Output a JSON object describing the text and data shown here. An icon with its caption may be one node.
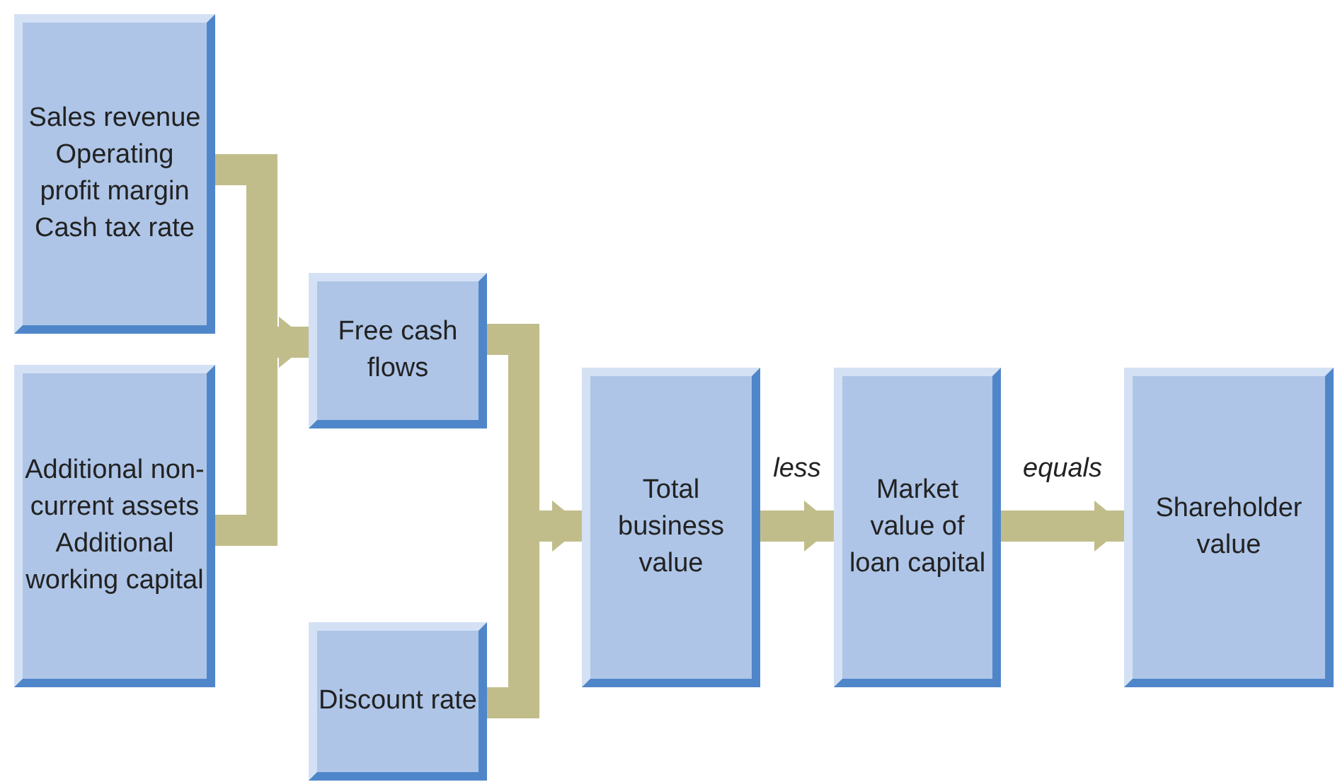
{
  "diagram": {
    "nodes": [
      {
        "text": [
          "Sales revenue",
          "Operating profit margin",
          "Cash tax rate"
        ]
      },
      {
        "text": [
          "Additional non-current assets",
          "Additional working capital"
        ]
      },
      {
        "text": [
          "Free cash flows"
        ]
      },
      {
        "text": [
          "Discount rate"
        ]
      },
      {
        "text": [
          "Total business value"
        ]
      },
      {
        "text": [
          "Market value of loan capital"
        ]
      },
      {
        "text": [
          "Shareholder value"
        ]
      }
    ],
    "edges": [
      {
        "from": 0,
        "to": 2,
        "arrow": "to"
      },
      {
        "from": 1,
        "to": 2,
        "arrow": "to"
      },
      {
        "from": 2,
        "to": 4,
        "arrow": "to"
      },
      {
        "from": 3,
        "to": 4,
        "arrow": "to"
      },
      {
        "from": 4,
        "to": 5,
        "arrow": "to",
        "label": "less"
      },
      {
        "from": 5,
        "to": 6,
        "arrow": "to",
        "label": "equals"
      }
    ]
  }
}
